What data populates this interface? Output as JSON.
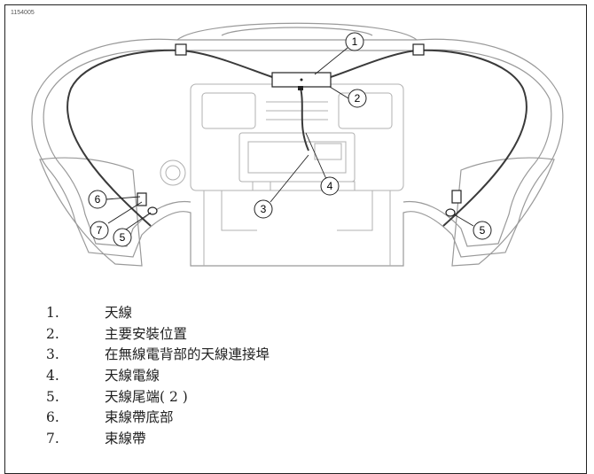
{
  "figure_id": "1154005",
  "callouts": [
    "1",
    "2",
    "3",
    "4",
    "5",
    "6",
    "7",
    "5"
  ],
  "legend": [
    {
      "num": "1.",
      "text": "天線"
    },
    {
      "num": "2.",
      "text": "主要安裝位置"
    },
    {
      "num": "3.",
      "text": "在無線電背部的天線連接埠"
    },
    {
      "num": "4.",
      "text": "天線電線"
    },
    {
      "num": "5.",
      "text": "天線尾端( 2 )"
    },
    {
      "num": "6.",
      "text": "束線帶底部"
    },
    {
      "num": "7.",
      "text": "束線帶"
    }
  ]
}
